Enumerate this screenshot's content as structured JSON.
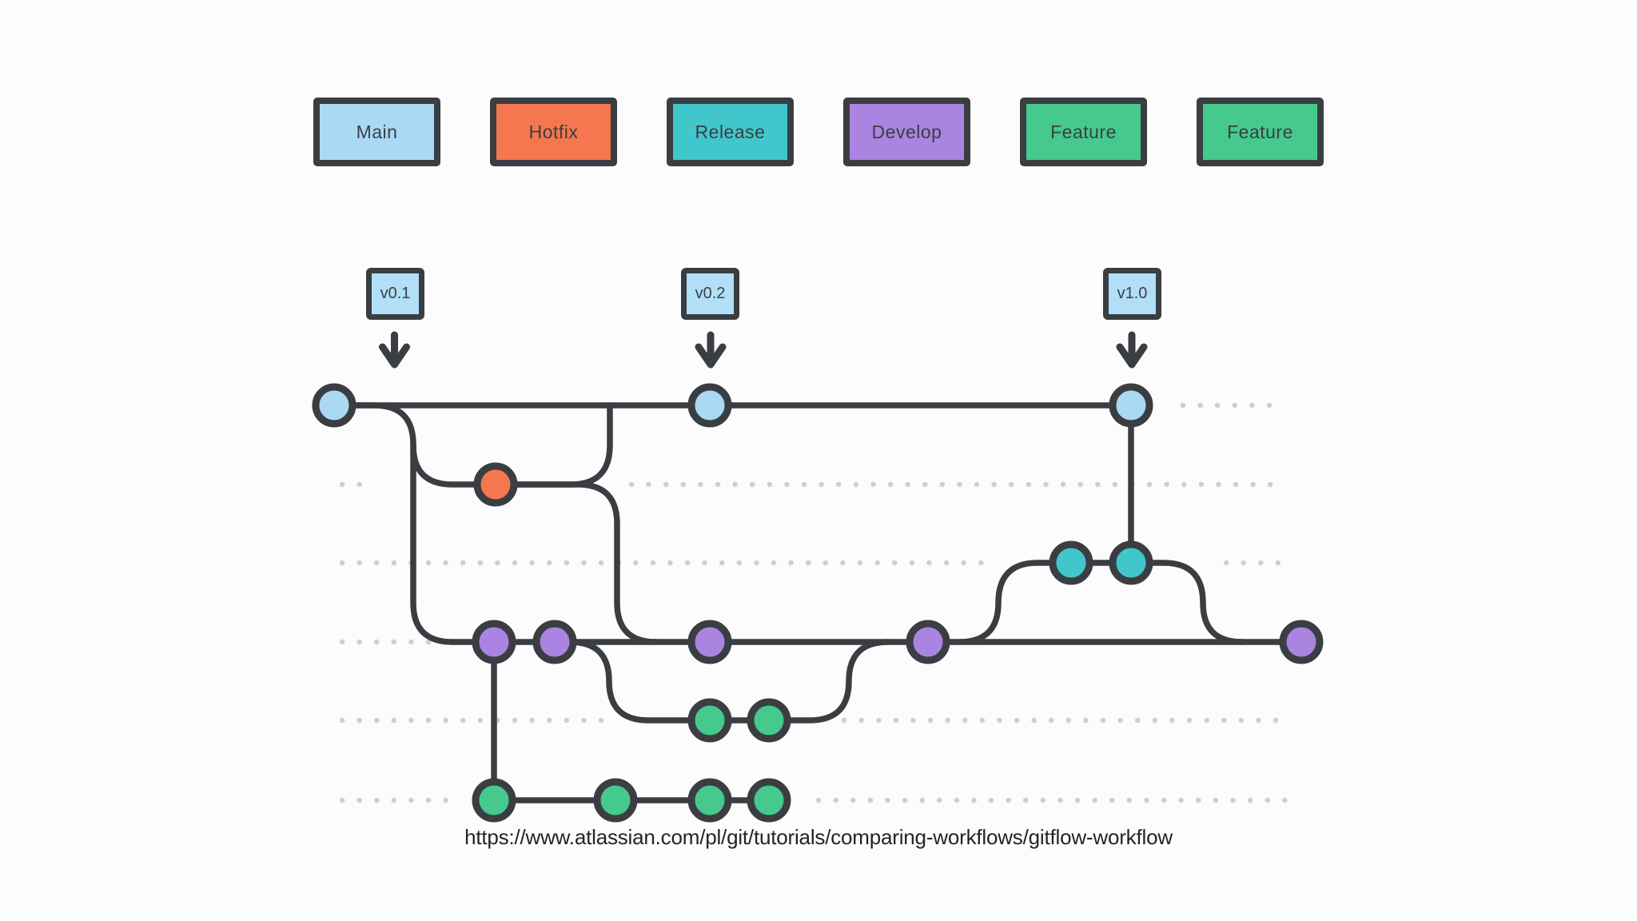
{
  "legend": {
    "items": [
      {
        "label": "Main",
        "color": "#A9D9F3"
      },
      {
        "label": "Hotfix",
        "color": "#F4774F"
      },
      {
        "label": "Release",
        "color": "#41C7CB"
      },
      {
        "label": "Develop",
        "color": "#A984E1"
      },
      {
        "label": "Feature",
        "color": "#45C98D"
      },
      {
        "label": "Feature",
        "color": "#45C98D"
      }
    ]
  },
  "tags": [
    {
      "label": "v0.1"
    },
    {
      "label": "v0.2"
    },
    {
      "label": "v1.0"
    }
  ],
  "caption": {
    "url": "https://www.atlassian.com/pl/git/tutorials/comparing-workflows/gitflow-workflow"
  },
  "colors": {
    "main": "#A9D9F3",
    "hotfix": "#F4774F",
    "release": "#41C7CB",
    "develop": "#A984E1",
    "feature": "#45C98D",
    "tag_fill": "#B1DFF7",
    "outline": "#3A3E42",
    "dots": "#D0CED1",
    "background": "#FCFCFC",
    "label_text": "#3A3F44",
    "url_text": "#222527"
  }
}
